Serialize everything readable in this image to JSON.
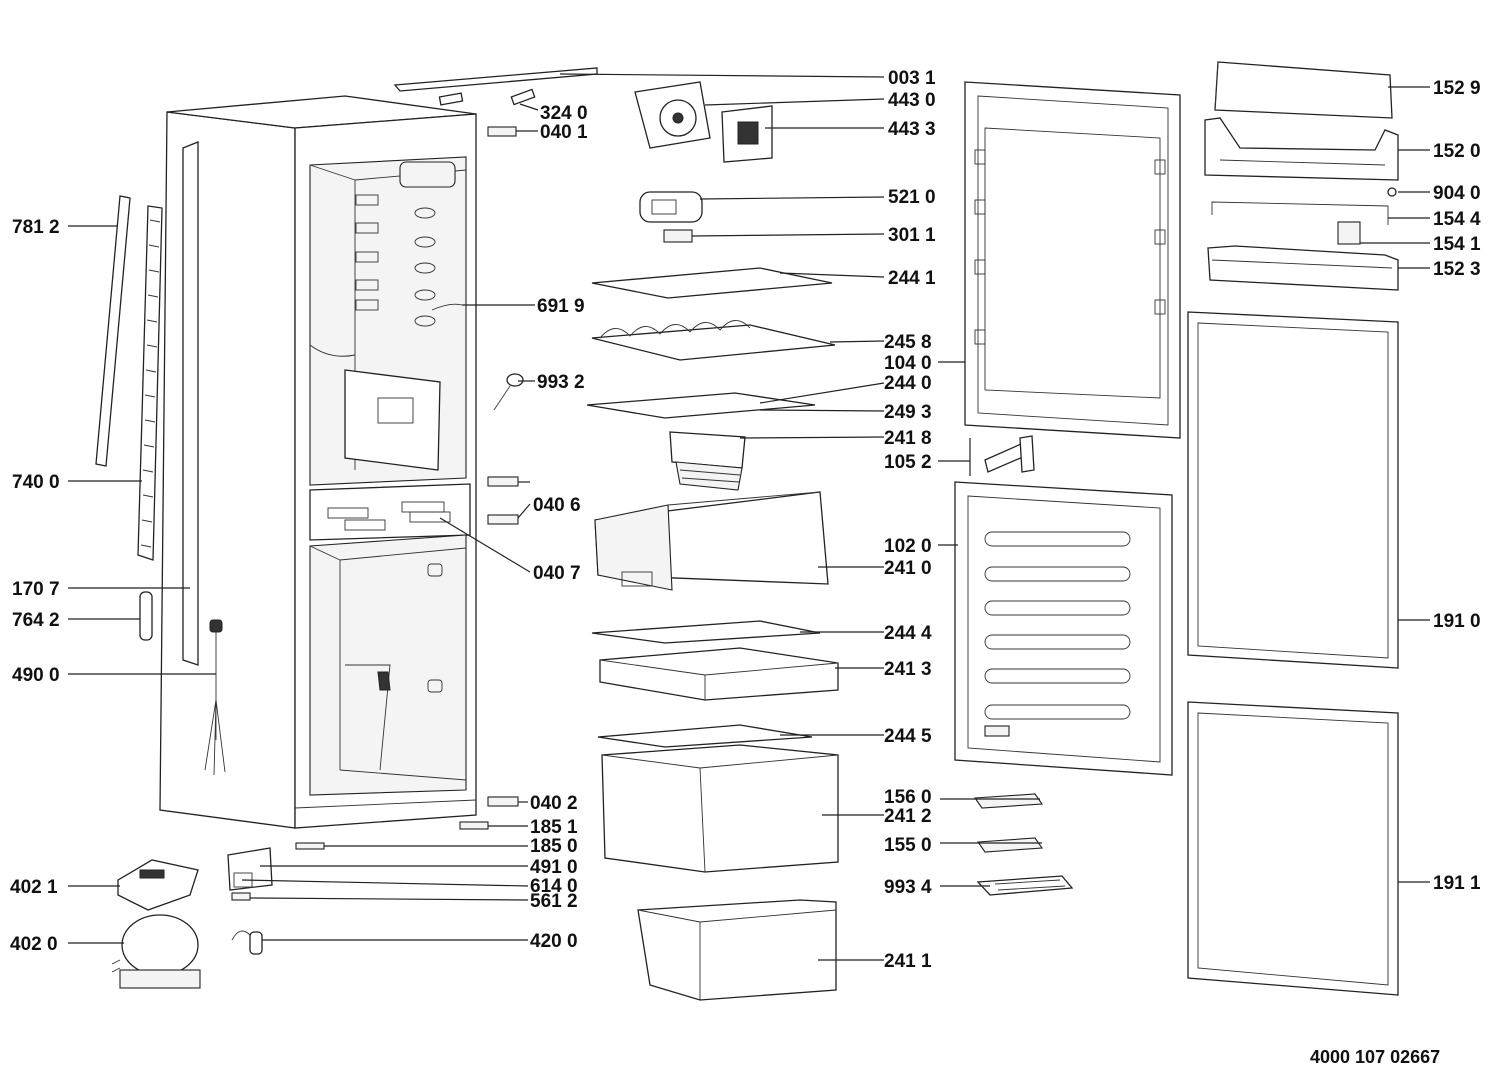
{
  "document_code": "4000 107 02667",
  "labels": {
    "l0031": "003 1",
    "l3240": "324 0",
    "l0401": "040 1",
    "l4430": "443 0",
    "l4433": "443 3",
    "l5210": "521 0",
    "l3011": "301 1",
    "l2441": "244 1",
    "l6919": "691 9",
    "l2458": "245 8",
    "l1040": "104 0",
    "l9932": "993 2",
    "l2440": "244 0",
    "l2493": "249 3",
    "l2418": "241 8",
    "l1052": "105 2",
    "l0406": "040 6",
    "l1020": "102 0",
    "l2410": "241 0",
    "l0407": "040 7",
    "l2444": "244 4",
    "l2413": "241 3",
    "l2445": "244 5",
    "l0402": "040 2",
    "l1851": "185 1",
    "l1850": "185 0",
    "l4910": "491 0",
    "l6140": "614 0",
    "l5612": "561 2",
    "l4200": "420 0",
    "l1560": "156 0",
    "l2412": "241 2",
    "l1550": "155 0",
    "l9934": "993 4",
    "l2411": "241 1",
    "l7812": "781 2",
    "l7400": "740 0",
    "l1707": "170 7",
    "l7642": "764 2",
    "l4900": "490 0",
    "l4021": "402 1",
    "l4020": "402 0",
    "l1529": "152 9",
    "l1520": "152 0",
    "l9040": "904 0",
    "l1544": "154 4",
    "l1541": "154 1",
    "l1523": "152 3",
    "l1910": "191 0",
    "l1911": "191 1"
  }
}
